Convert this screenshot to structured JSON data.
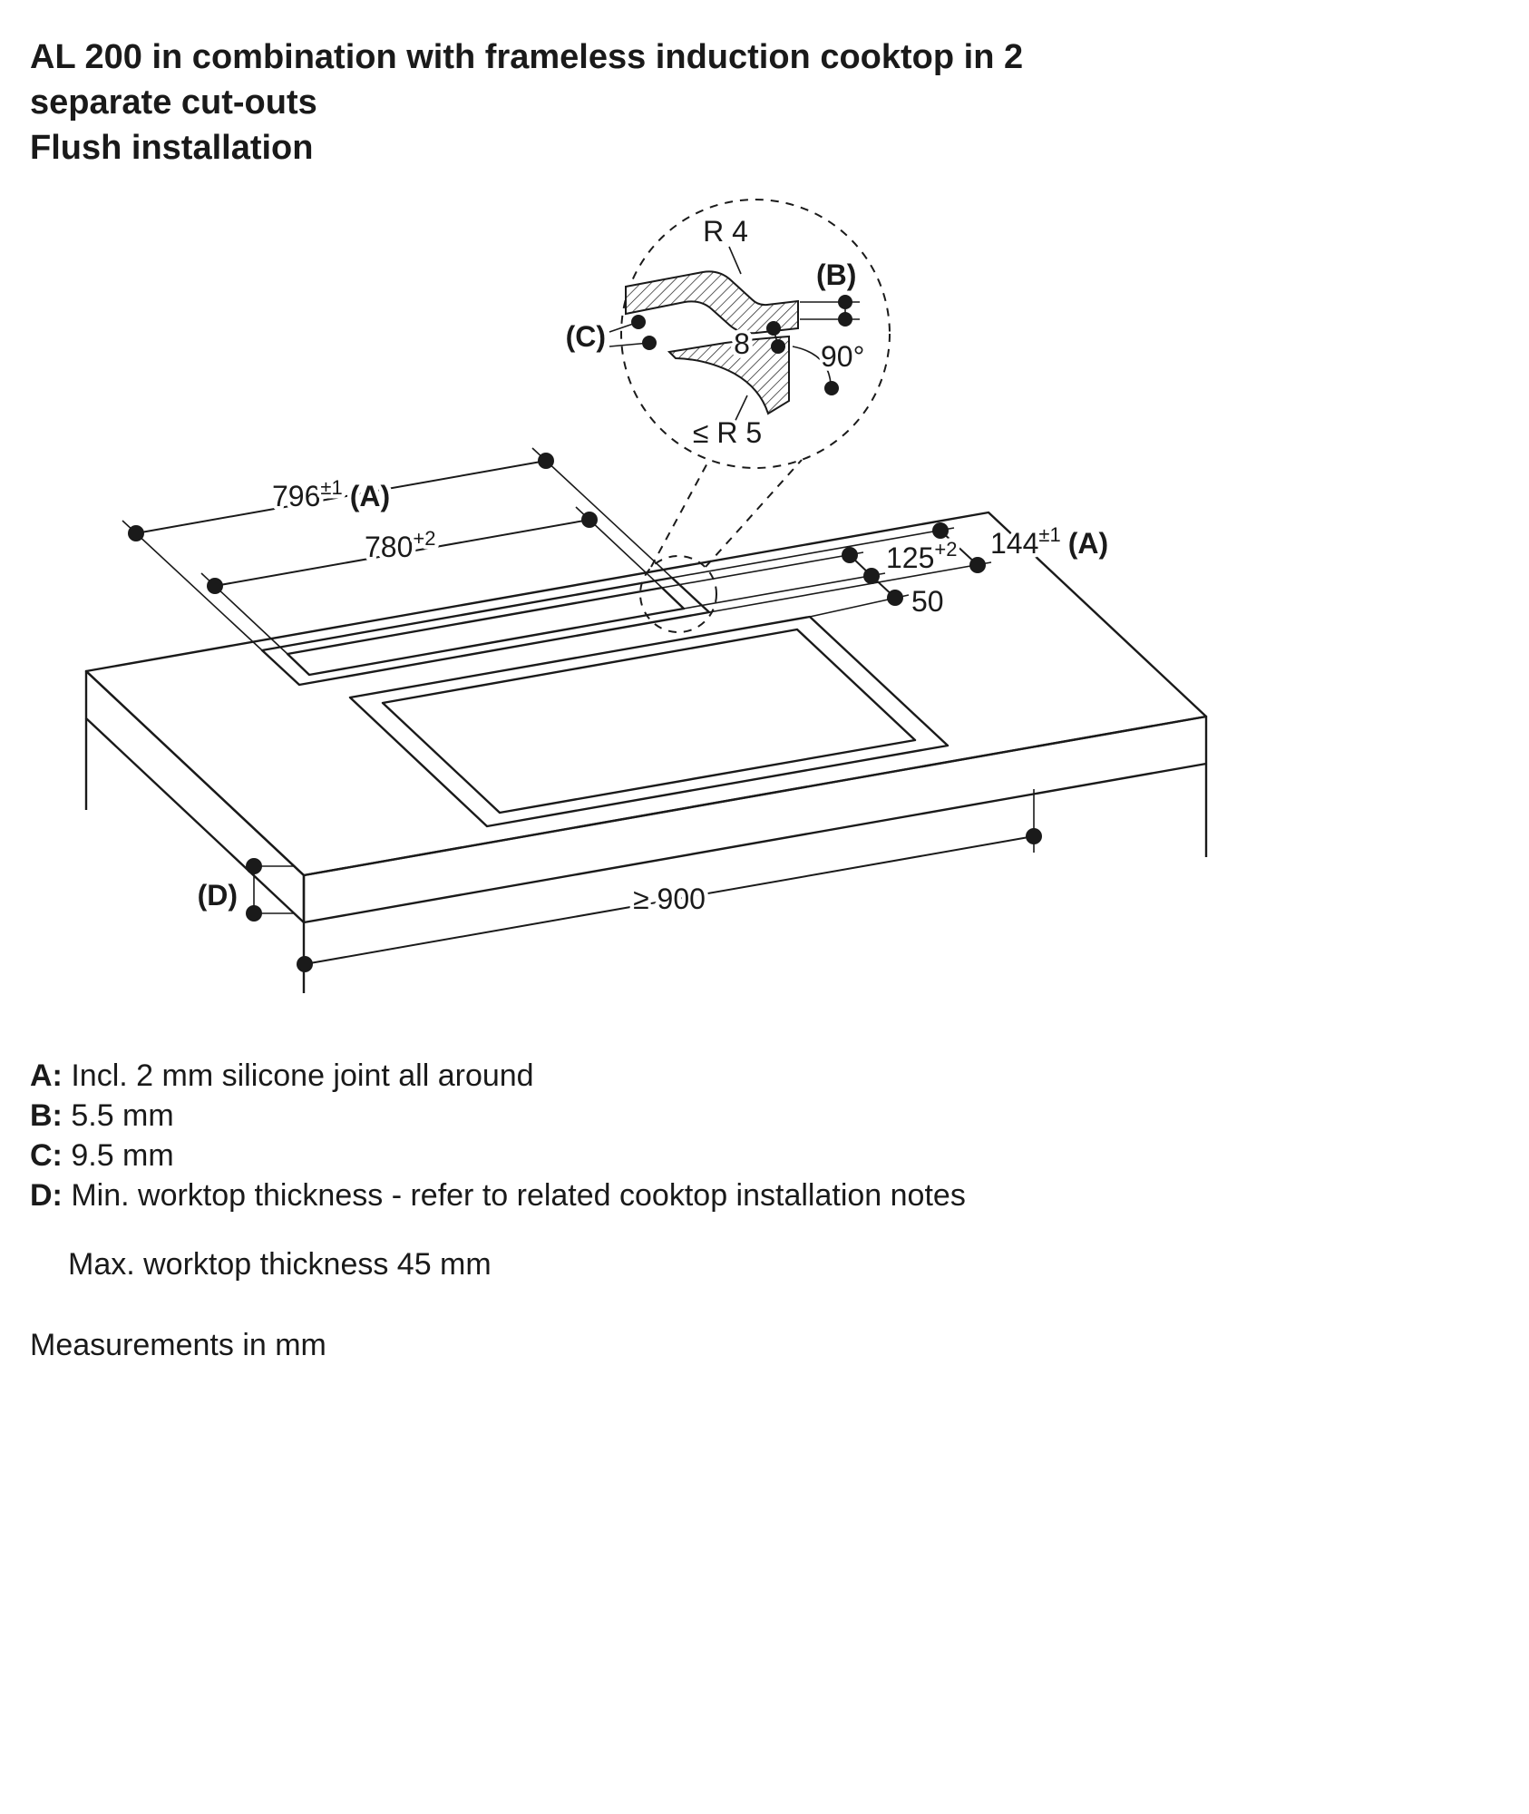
{
  "colors": {
    "ink": "#1a1a1a",
    "background": "#ffffff"
  },
  "title": {
    "line1": "AL 200 in combination with frameless induction cooktop in 2",
    "line2": "separate cut-outs",
    "line3": "Flush installation"
  },
  "detail": {
    "radius_top": "R 4",
    "label_b": "(B)",
    "label_c": "(C)",
    "step_width": "8",
    "angle": "90°",
    "radius_bottom": "≤ R 5"
  },
  "dimensions": {
    "slot_width_outer": {
      "value": "796",
      "sup": "±1",
      "suffix": "(A)"
    },
    "slot_width_inner": {
      "value": "780",
      "sup": "+2"
    },
    "slot_depth_outer": {
      "value": "144",
      "sup": "±1",
      "suffix": "(A)"
    },
    "slot_depth_inner": {
      "value": "125",
      "sup": "+2"
    },
    "gap": "50",
    "worktop_min_width": "≥ 900",
    "label_d": "(D)"
  },
  "notes": [
    {
      "key": "A:",
      "text": "Incl. 2 mm silicone joint all around"
    },
    {
      "key": "B:",
      "text": "5.5 mm"
    },
    {
      "key": "C:",
      "text": "9.5 mm"
    },
    {
      "key": "D:",
      "text": "Min. worktop thickness - refer to related cooktop installation notes"
    }
  ],
  "max_thickness_note": "Max. worktop thickness 45 mm",
  "units_note": "Measurements in mm"
}
